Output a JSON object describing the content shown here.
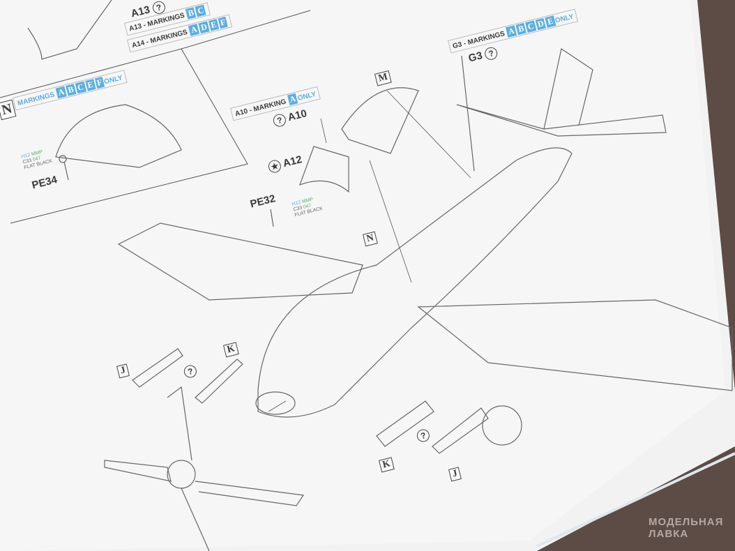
{
  "top_left": {
    "a13": "A13",
    "a13_markings": "A13 - MARKINGS",
    "a13_boxes": [
      "B",
      "C"
    ],
    "a14_markings": "A14 - MARKINGS",
    "a14_boxes": [
      "A",
      "D",
      "E",
      "F"
    ]
  },
  "cockpit_panel": {
    "step": "N",
    "markings": "MARKINGS",
    "boxes": [
      "A",
      "B",
      "C",
      "E",
      "F"
    ],
    "only": "ONLY",
    "part": "PE34",
    "paint": {
      "h": "H12",
      "mmp": "MMP",
      "c": "C33",
      "code": "047",
      "name": "FLAT BLACK"
    }
  },
  "canopy": {
    "a10_markings": "A10 - MARKING",
    "a10_box": "A",
    "only": "ONLY",
    "a10": "A10",
    "a12": "A12",
    "pe32": "PE32",
    "paint": {
      "h": "H12",
      "mmp": "MMP",
      "c": "C33",
      "code": "047",
      "name": "FLAT BLACK"
    },
    "part_m": "M",
    "part_n": "N"
  },
  "tail": {
    "g3_markings": "G3 - MARKINGS",
    "boxes": [
      "A",
      "B",
      "C",
      "D",
      "E"
    ],
    "only": "ONLY",
    "g3": "G3"
  },
  "parts": {
    "j1": "J",
    "k1": "K",
    "k2": "K",
    "j2": "J"
  },
  "optional_symbol": "?",
  "star_symbol": "★",
  "watermark": {
    "line1": "МОДЕЛЬНАЯ",
    "line2": "ЛАВКА"
  },
  "colors": {
    "marking_blue": "#5aafe0",
    "table": "#5d4b46",
    "paper": "#f4f4f4"
  }
}
